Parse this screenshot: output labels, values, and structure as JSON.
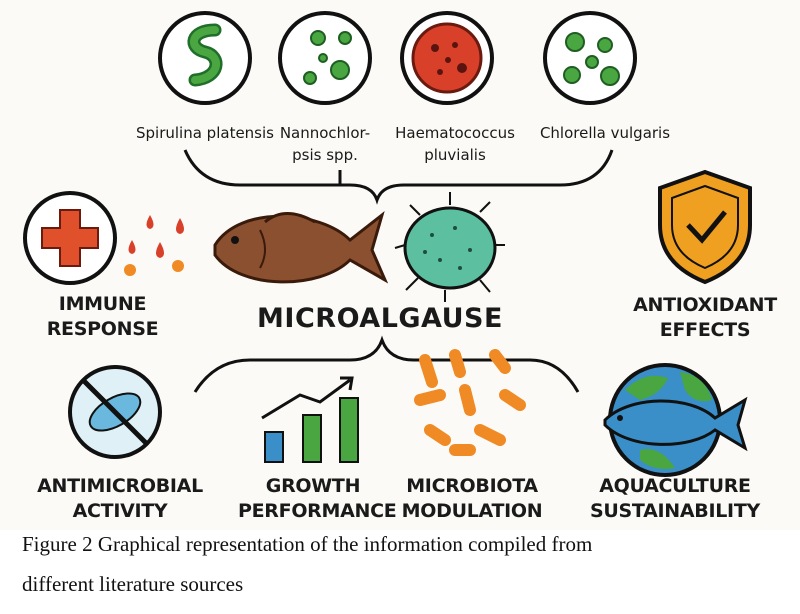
{
  "species": [
    "Spirulina platensis",
    "Nannochlor-",
    "psis spp.",
    "Haematococcus",
    "pluvialis",
    "Chlorella vulgaris"
  ],
  "center_title": "MICROALGAUSE",
  "effects": {
    "immune_response": "IMMUNE RESPONSE",
    "antioxidant_1": "ANTIOXIDANT",
    "antioxidant_2": "EFFECTS",
    "antimicrobial_1": "ANTIMICROBIAL",
    "antimicrobial_2": "ACTIVITY",
    "growth_1": "GROWTH",
    "growth_2": "PERFORMANCE",
    "microbiota_1": "MICROBIOTA",
    "microbiota_2": "MODULATION",
    "aquaculture_1": "AQUACULTURE",
    "aquaculture_2": "SUSTAINABILITY"
  },
  "caption": {
    "line1": "Figure 2 Graphical representation of the information compiled from",
    "line2": "different literature sources"
  },
  "colors": {
    "green": "#3f9a3a",
    "red": "#d8402a",
    "orange": "#f08a24",
    "teal": "#5bbfa0",
    "blue": "#3a8fc9",
    "brown": "#8a5030"
  }
}
